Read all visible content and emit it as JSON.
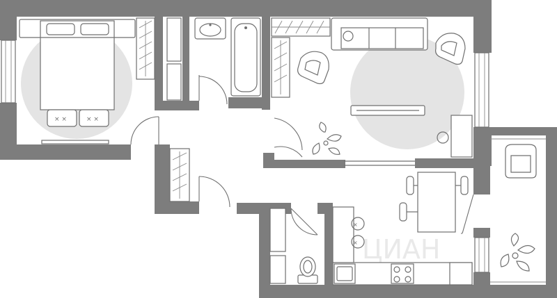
{
  "plan": {
    "watermark_text": "ЦИАН",
    "wall_color": "#7d7d7d",
    "line_color": "#6f6f6f",
    "zone_circle_color": "#e4e4e4",
    "rooms": [
      "bedroom",
      "bathroom",
      "living-room",
      "hallway",
      "toilet",
      "kitchen",
      "balcony"
    ]
  }
}
